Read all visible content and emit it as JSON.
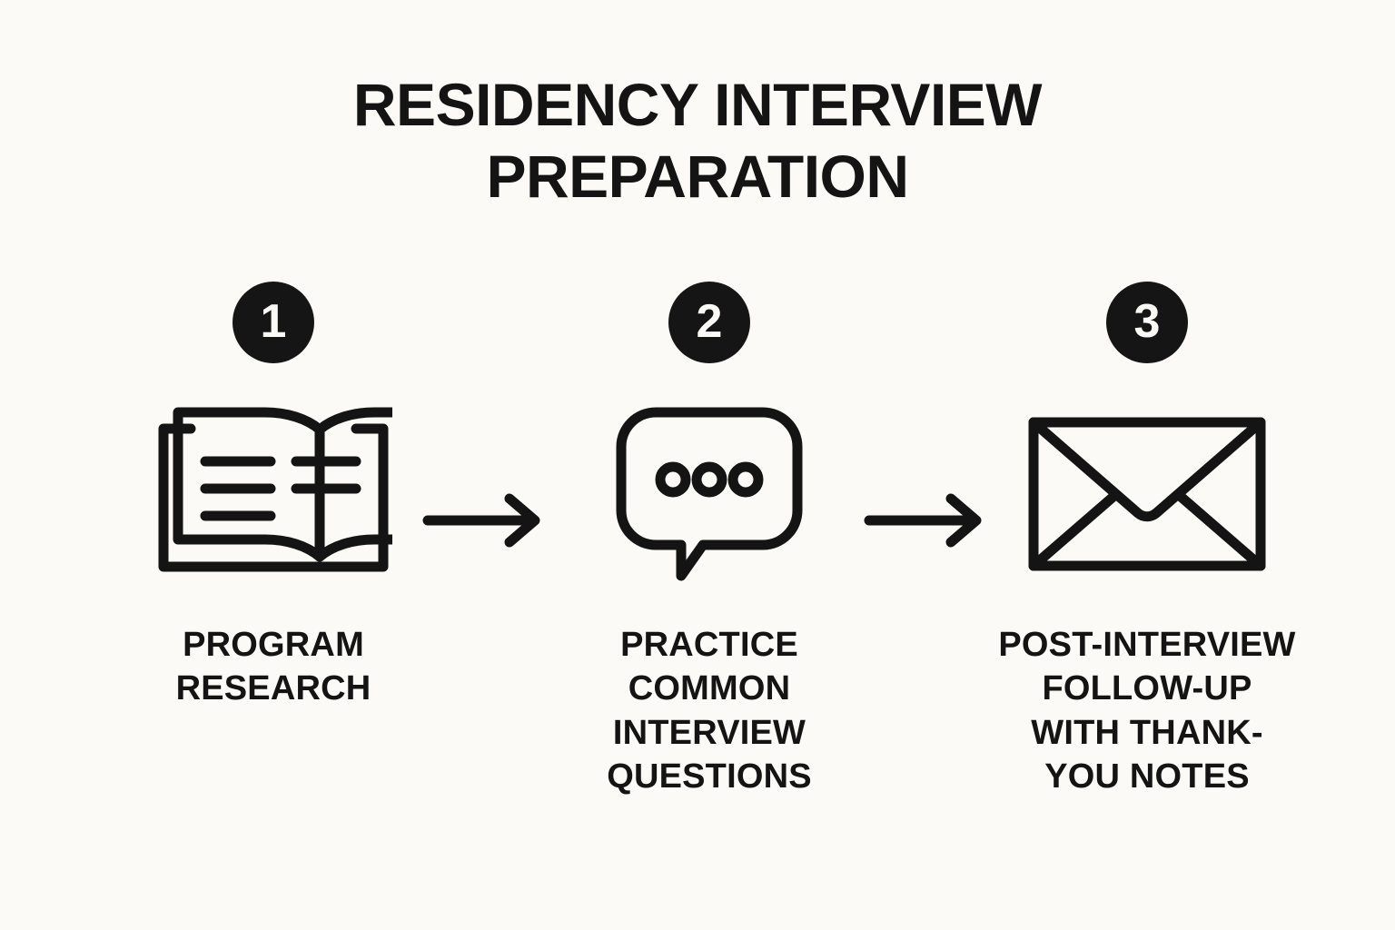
{
  "page": {
    "background_color": "#fbfaf6",
    "ink_color": "#141414",
    "badge_color": "#151515",
    "badge_text_color": "#fbfaf6"
  },
  "title": "RESIDENCY INTERVIEW\nPREPARATION",
  "steps": [
    {
      "number": "1",
      "icon": "open-book-icon",
      "caption": "PROGRAM\nRESEARCH"
    },
    {
      "number": "2",
      "icon": "speech-bubble-ellipsis-icon",
      "caption": "PRACTICE\nCOMMON\nINTERVIEW\nQUESTIONS"
    },
    {
      "number": "3",
      "icon": "envelope-icon",
      "caption": "POST-INTERVIEW\nFOLLOW-UP\nWITH THANK-\nYOU NOTES"
    }
  ],
  "connectors": [
    {
      "icon": "arrow-right-icon"
    },
    {
      "icon": "arrow-right-icon"
    }
  ]
}
